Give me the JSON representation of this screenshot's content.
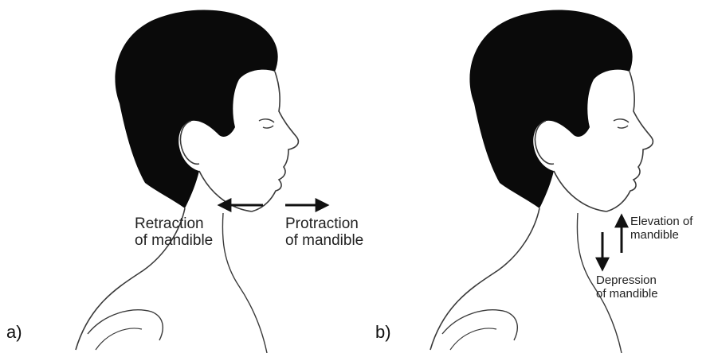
{
  "panels": [
    {
      "label": "a)",
      "annotations": [
        {
          "line1": "Retraction",
          "line2": "of mandible"
        },
        {
          "line1": "Protraction",
          "line2": "of mandible"
        }
      ]
    },
    {
      "label": "b)",
      "annotations": [
        {
          "line1": "Elevation of",
          "line2": "mandible"
        },
        {
          "line1": "Depression",
          "line2": "of mandible"
        }
      ]
    }
  ],
  "colors": {
    "hair": "#0a0a0a",
    "outline": "#3a3a3a",
    "arrow": "#111111"
  }
}
